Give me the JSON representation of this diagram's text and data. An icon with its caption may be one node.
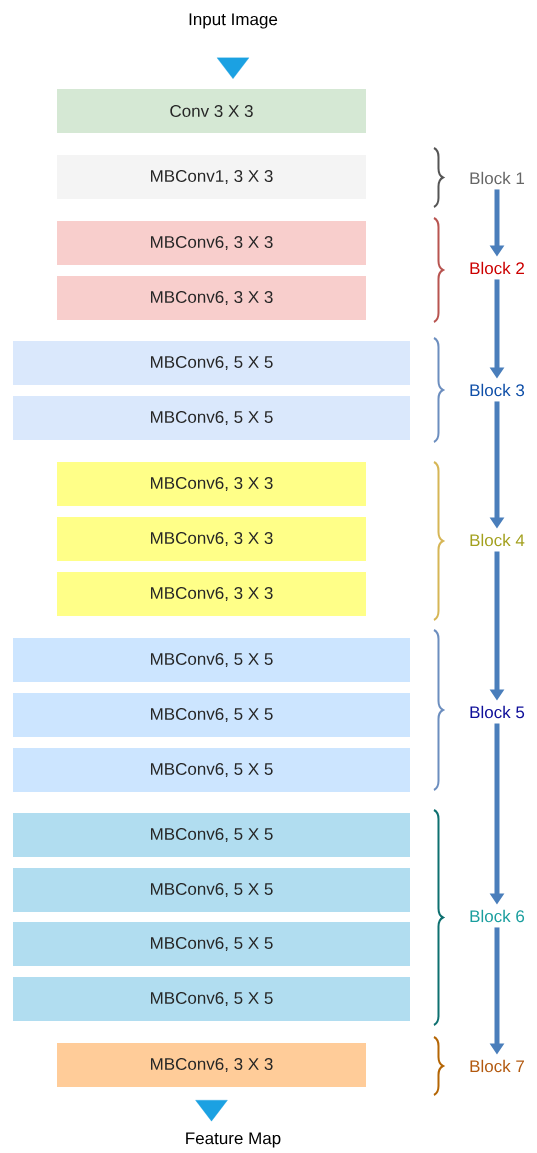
{
  "diagram": {
    "nodes": [
      {
        "text": [
          "Input Image"
        ]
      },
      {
        "text": [
          "Conv 3 X 3"
        ]
      },
      {
        "text": [
          "MBConv1, 3 X 3"
        ]
      },
      {
        "text": [
          "MBConv6, 3 X 3"
        ]
      },
      {
        "text": [
          "MBConv6, 3 X 3"
        ]
      },
      {
        "text": [
          "MBConv6, 5 X 5"
        ]
      },
      {
        "text": [
          "MBConv6, 5 X 5"
        ]
      },
      {
        "text": [
          "MBConv6, 3 X 3"
        ]
      },
      {
        "text": [
          "MBConv6, 3 X 3"
        ]
      },
      {
        "text": [
          "MBConv6, 3 X 3"
        ]
      },
      {
        "text": [
          "MBConv6, 5 X 5"
        ]
      },
      {
        "text": [
          "MBConv6, 5 X 5"
        ]
      },
      {
        "text": [
          "MBConv6, 5 X 5"
        ]
      },
      {
        "text": [
          "MBConv6, 5 X 5"
        ]
      },
      {
        "text": [
          "MBConv6, 5 X 5"
        ]
      },
      {
        "text": [
          "MBConv6, 5 X 5"
        ]
      },
      {
        "text": [
          "MBConv6, 5 X 5"
        ]
      },
      {
        "text": [
          "MBConv6, 3 X 3"
        ]
      },
      {
        "text": [
          "Feature Map"
        ]
      },
      {
        "text": [
          "Block 1"
        ]
      },
      {
        "text": [
          "Block 2"
        ]
      },
      {
        "text": [
          "Block 3"
        ]
      },
      {
        "text": [
          "Block 4"
        ]
      },
      {
        "text": [
          "Block 5"
        ]
      },
      {
        "text": [
          "Block 6"
        ]
      },
      {
        "text": [
          "Block 7"
        ]
      }
    ],
    "edges": [
      {
        "from": 0,
        "to": 1,
        "arrow": "to"
      },
      {
        "from": 17,
        "to": 18,
        "arrow": "to"
      },
      {
        "from": 19,
        "to": 20,
        "arrow": "to"
      },
      {
        "from": 20,
        "to": 21,
        "arrow": "to"
      },
      {
        "from": 21,
        "to": 22,
        "arrow": "to"
      },
      {
        "from": 22,
        "to": 23,
        "arrow": "to"
      },
      {
        "from": 23,
        "to": 24,
        "arrow": "to"
      },
      {
        "from": 24,
        "to": 25,
        "arrow": "to"
      }
    ]
  }
}
